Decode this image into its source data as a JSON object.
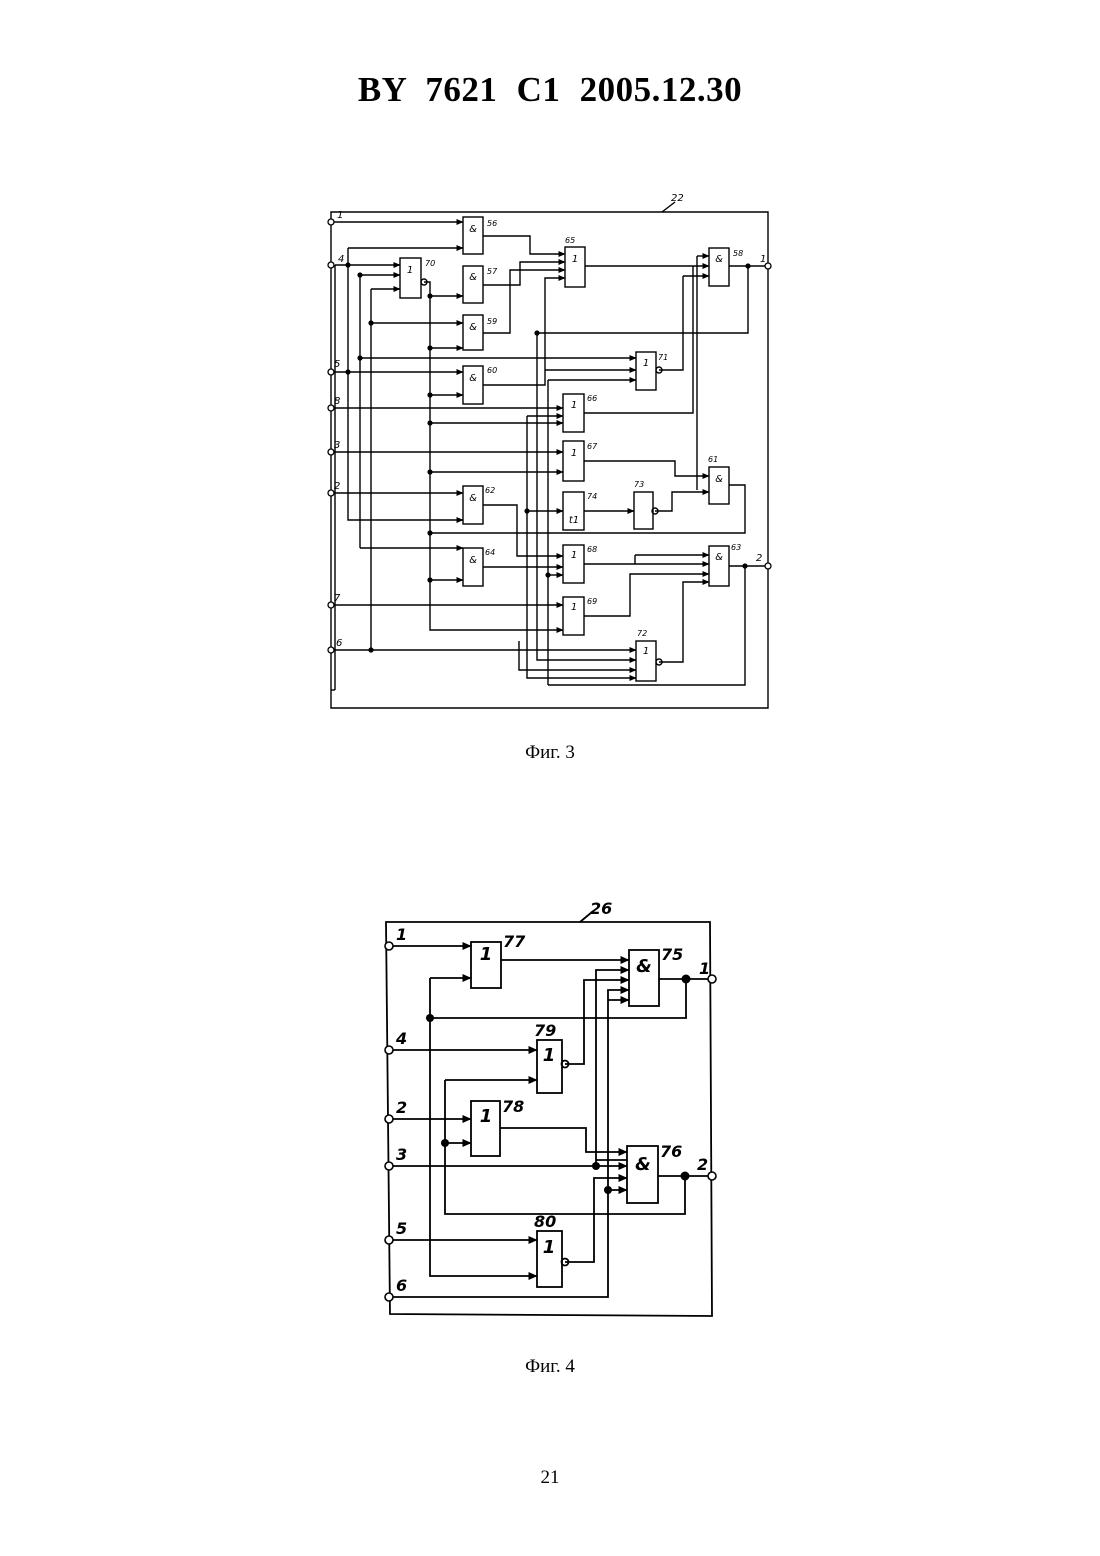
{
  "header": {
    "doc_id": "BY 7621 C1 2005.12.30"
  },
  "figure3": {
    "caption": "Фиг. 3",
    "frame_label": "22",
    "inputs": [
      "1",
      "4",
      "5",
      "8",
      "3",
      "2",
      "7",
      "6"
    ],
    "outputs": [
      "1",
      "2"
    ],
    "blocks": [
      {
        "id": "56",
        "sym": "&"
      },
      {
        "id": "57",
        "sym": "&"
      },
      {
        "id": "59",
        "sym": "&"
      },
      {
        "id": "60",
        "sym": "&"
      },
      {
        "id": "62",
        "sym": "&"
      },
      {
        "id": "64",
        "sym": "&"
      },
      {
        "id": "65",
        "sym": "1"
      },
      {
        "id": "58",
        "sym": "&"
      },
      {
        "id": "70",
        "sym": "1"
      },
      {
        "id": "71",
        "sym": "1"
      },
      {
        "id": "66",
        "sym": "1"
      },
      {
        "id": "67",
        "sym": "1"
      },
      {
        "id": "74",
        "sym": "t1"
      },
      {
        "id": "73",
        "sym": ""
      },
      {
        "id": "61",
        "sym": "&"
      },
      {
        "id": "68",
        "sym": "1"
      },
      {
        "id": "63",
        "sym": "&"
      },
      {
        "id": "69",
        "sym": "1"
      },
      {
        "id": "72",
        "sym": "1"
      }
    ]
  },
  "figure4": {
    "caption": "Фиг. 4",
    "frame_label": "26",
    "inputs": [
      "1",
      "4",
      "2",
      "3",
      "5",
      "6"
    ],
    "outputs": [
      "1",
      "2"
    ],
    "blocks": [
      {
        "id": "77",
        "sym": "1"
      },
      {
        "id": "75",
        "sym": "&"
      },
      {
        "id": "79",
        "sym": "1"
      },
      {
        "id": "78",
        "sym": "1"
      },
      {
        "id": "76",
        "sym": "&"
      },
      {
        "id": "80",
        "sym": "1"
      }
    ]
  },
  "page_number": "21"
}
